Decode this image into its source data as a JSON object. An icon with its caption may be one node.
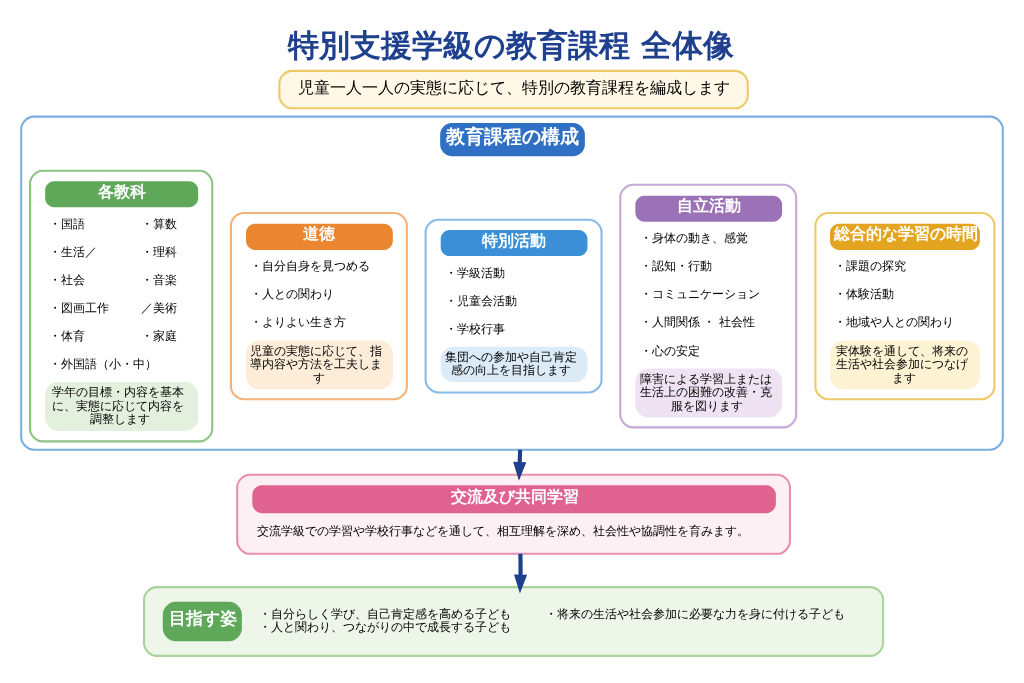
{
  "diagram": {
    "title": "特別支援学級の教育課程 全体像",
    "nodes": [
      {
        "text": [
          "児童一人一人の実態に応じて、特別の教育課程を編成します"
        ]
      },
      {
        "text": [
          "教育課程の構成"
        ]
      },
      {
        "text": [
          "各教科",
          "・国語",
          "・算数",
          "・生活／",
          "・理科",
          "・社会",
          "・音楽",
          "・図画工作",
          "／美術",
          "・体育",
          "・家庭",
          "・外国語（小・中）",
          "学年の目標・内容を基本に、実態に応じて内容を調整します"
        ],
        "in": 1
      },
      {
        "text": [
          "道徳",
          "・自分自身を見つめる",
          "・人との関わり",
          "・よりよい生き方",
          "児童の実態に応じて、指導内容や方法を工夫します"
        ],
        "in": 1
      },
      {
        "text": [
          "特別活動",
          "・学級活動",
          "・児童会活動",
          "・学校行事",
          "集団への参加や自己肯定感の向上を目指します"
        ],
        "in": 1
      },
      {
        "text": [
          "自立活動",
          "・身体の動き、感覚",
          "・認知・行動",
          "・コミュニケーション",
          "・人間関係 ・ 社会性",
          "・心の安定",
          "障害による学習上または生活上の困難の改善・克服を図ります"
        ],
        "in": 1
      },
      {
        "text": [
          "総合的な学習の時間",
          "・課題の探究",
          "・体験活動",
          "・地域や人との関わり",
          "実体験を通して、将来の生活や社会参加につなげます"
        ],
        "in": 1
      },
      {
        "text": [
          "交流及び共同学習",
          "交流学級での学習や学校行事などを通して、相互理解を深め、社会性や協調性を育みます。"
        ]
      },
      {
        "text": [
          "目指す姿",
          "・自分らしく学び、自己肯定感を高める子ども",
          "・人と関わり、つながりの中で成長する子ども",
          "・将来の生活や社会参加に必要な力を身に付ける子ども"
        ]
      }
    ],
    "edges": [
      {
        "from": 1,
        "to": 7,
        "arrow": "to"
      },
      {
        "from": 7,
        "to": 8,
        "arrow": "to"
      }
    ]
  }
}
